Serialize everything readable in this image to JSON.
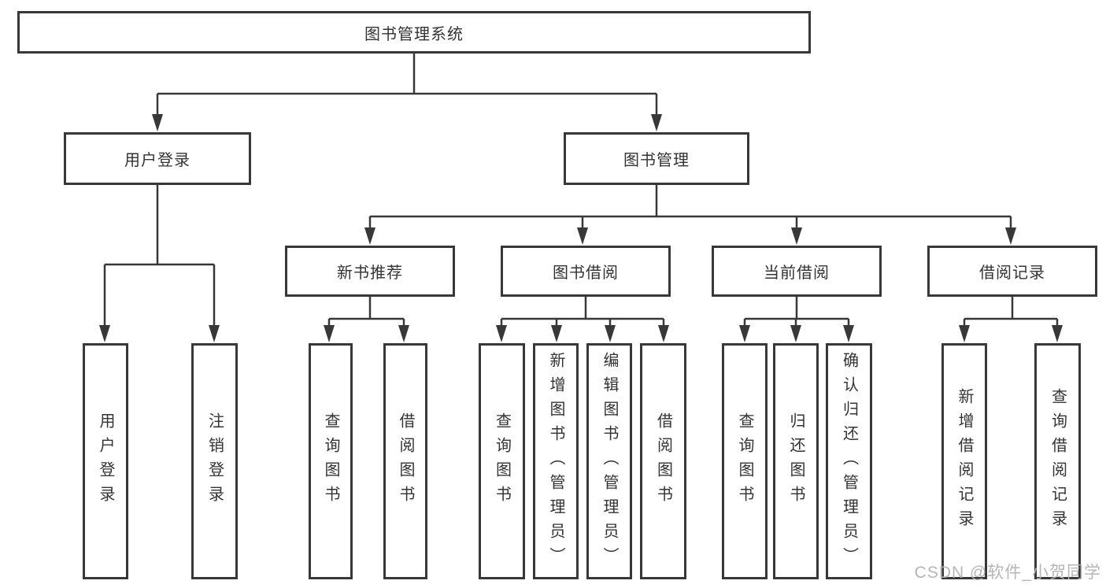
{
  "tree": {
    "label": "图书管理系统",
    "children": [
      {
        "label": "用户登录",
        "children": [
          {
            "label": "用户登录"
          },
          {
            "label": "注销登录"
          }
        ]
      },
      {
        "label": "图书管理",
        "children": [
          {
            "label": "新书推荐",
            "children": [
              {
                "label": "查询图书"
              },
              {
                "label": "借阅图书"
              }
            ]
          },
          {
            "label": "图书借阅",
            "children": [
              {
                "label": "查询图书"
              },
              {
                "label": "新增图书（管理员）"
              },
              {
                "label": "编辑图书（管理员）"
              },
              {
                "label": "借阅图书"
              }
            ]
          },
          {
            "label": "当前借阅",
            "children": [
              {
                "label": "查询图书"
              },
              {
                "label": "归还图书"
              },
              {
                "label": "确认归还（管理员）"
              }
            ]
          },
          {
            "label": "借阅记录",
            "children": [
              {
                "label": "新增借阅记录"
              },
              {
                "label": "查询借阅记录"
              }
            ]
          }
        ]
      }
    ]
  },
  "watermark": "CSDN @软件_小贺同学",
  "colors": {
    "line": "#383838",
    "text": "#333333",
    "background": "#ffffff",
    "watermark": "#b2b2b2"
  }
}
